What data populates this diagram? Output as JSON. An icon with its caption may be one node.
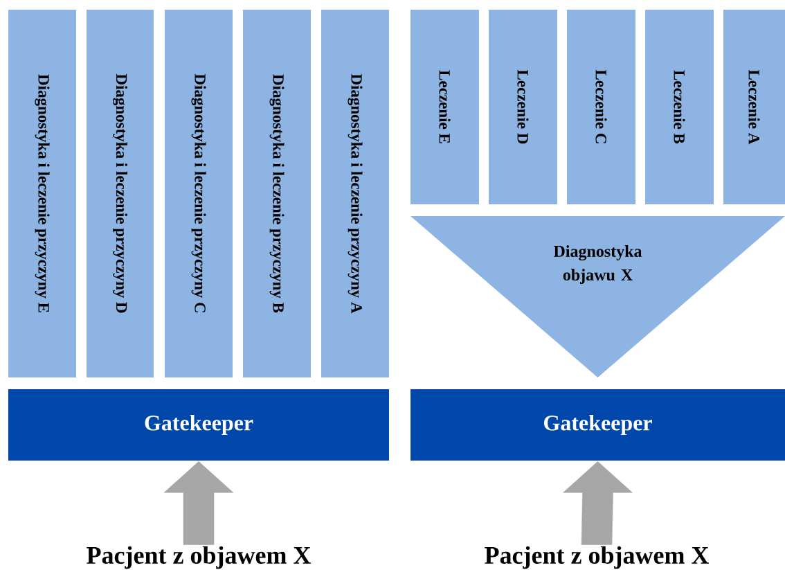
{
  "diagram": {
    "nodes": [
      {
        "text": [
          "Diagnostyka i leczenie przyczyny E"
        ]
      },
      {
        "text": [
          "Diagnostyka i leczenie przyczyny D"
        ]
      },
      {
        "text": [
          "Diagnostyka i leczenie przyczyny C"
        ]
      },
      {
        "text": [
          "Diagnostyka i leczenie przyczyny B"
        ]
      },
      {
        "text": [
          "Diagnostyka i leczenie przyczyny A"
        ]
      },
      {
        "text": [
          "Leczenie E"
        ]
      },
      {
        "text": [
          "Leczenie D"
        ]
      },
      {
        "text": [
          "Leczenie C"
        ]
      },
      {
        "text": [
          "Leczenie B"
        ]
      },
      {
        "text": [
          "Leczenie A"
        ]
      },
      {
        "text": [
          "Diagnostyka objawu X"
        ]
      },
      {
        "text": [
          "Gatekeeper"
        ]
      },
      {
        "text": [
          "Gatekeeper"
        ]
      },
      {
        "text": [
          "Pacjent z objawem X"
        ]
      },
      {
        "text": [
          "Pacjent z objawem X"
        ]
      }
    ],
    "edges": [
      {
        "from": 13,
        "to": 11,
        "arrow": "to"
      },
      {
        "from": 14,
        "to": 12,
        "arrow": "to"
      }
    ]
  }
}
